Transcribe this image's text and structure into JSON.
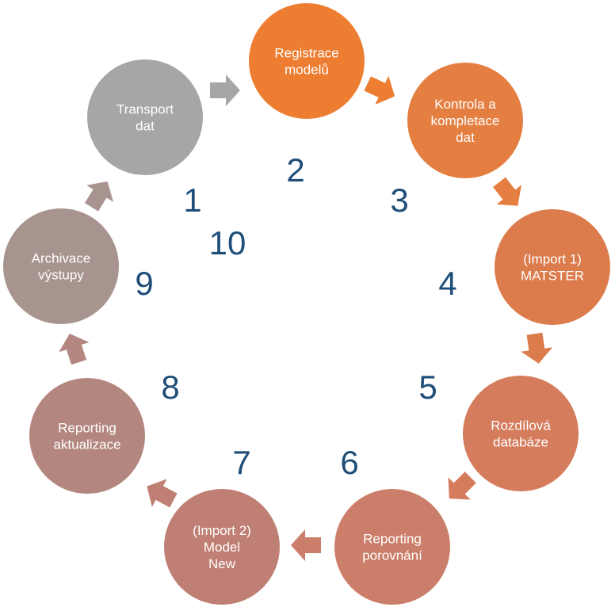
{
  "diagram": {
    "nodes": [
      {
        "id": "registrace",
        "lines": [
          "Registrace",
          "modelů"
        ],
        "color": "#ed7d31"
      },
      {
        "id": "kontrola",
        "lines": [
          "Kontrola a",
          "kompletace",
          "dat"
        ],
        "color": "#e57f41"
      },
      {
        "id": "import1",
        "lines": [
          "(Import 1)",
          "MATSTER"
        ],
        "color": "#dc7b4b"
      },
      {
        "id": "rozdilova",
        "lines": [
          "Rozdílová",
          "databáze"
        ],
        "color": "#d47c5c"
      },
      {
        "id": "reporting-porovnani",
        "lines": [
          "Reporting",
          "porovnání"
        ],
        "color": "#cb7e69"
      },
      {
        "id": "import2",
        "lines": [
          "(Import 2)",
          "Model",
          "New"
        ],
        "color": "#bf7f74"
      },
      {
        "id": "reporting-aktualizace",
        "lines": [
          "Reporting",
          "aktualizace"
        ],
        "color": "#b3877f"
      },
      {
        "id": "archivace",
        "lines": [
          "Archivace",
          "výstupy"
        ],
        "color": "#a8948f"
      },
      {
        "id": "transport",
        "lines": [
          "Transport",
          "dat"
        ],
        "color": "#a6a6a6"
      }
    ],
    "arrow_colors": [
      "#a6a6a6",
      "#ed7d31",
      "#e57f41",
      "#dc7b4b",
      "#d47c5c",
      "#cb7e69",
      "#bf7f74",
      "#b3877f",
      "#a8948f"
    ],
    "numbers": [
      "1",
      "2",
      "3",
      "4",
      "5",
      "6",
      "7",
      "8",
      "9",
      "10"
    ]
  }
}
